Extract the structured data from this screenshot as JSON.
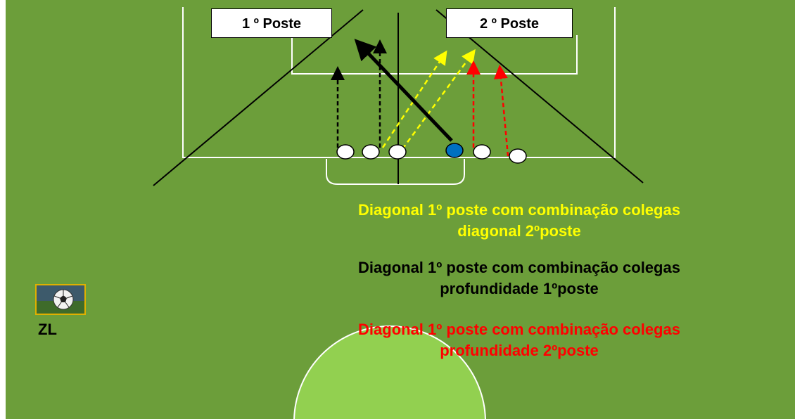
{
  "labels": {
    "post1": "1 º Poste",
    "post2": "2 º Poste"
  },
  "captions": {
    "yellow": {
      "line1": "Diagonal 1º poste com combinação colegas",
      "line2": "diagonal 2ºposte",
      "color": "#ffff00"
    },
    "black": {
      "line1": "Diagonal 1º poste com combinação colegas",
      "line2": "profundidade 1ºposte",
      "color": "#000000"
    },
    "red": {
      "line1": "Diagonal 1º poste com combinação colegas",
      "line2": "profundidade 2ºposte",
      "color": "#ff0000"
    }
  },
  "logo": {
    "text": "ZL"
  },
  "colors": {
    "field": "#6c9e3a",
    "center_circle": "#92d050",
    "ball_player": "#0070c0"
  }
}
